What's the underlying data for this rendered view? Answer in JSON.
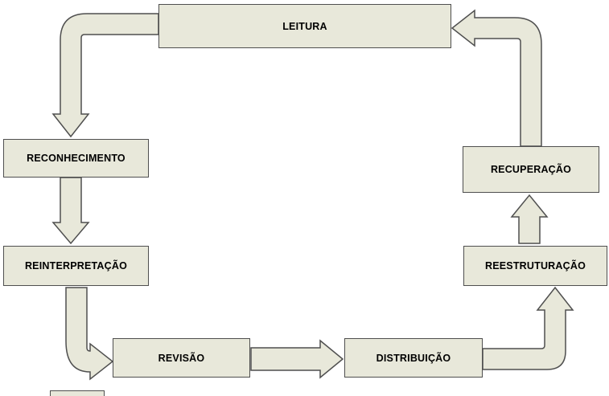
{
  "diagram": {
    "type": "cycle-flowchart",
    "colors": {
      "node_fill": "#e8e8da",
      "node_border": "#4f4f4f",
      "background": "#ffffff",
      "text": "#000000"
    },
    "nodes": [
      {
        "id": "leitura",
        "label": "LEITURA"
      },
      {
        "id": "reconhecimento",
        "label": "RECONHECIMENTO"
      },
      {
        "id": "reinterpretacao",
        "label": "REINTERPRETAÇÃO"
      },
      {
        "id": "revisao",
        "label": "REVISÃO"
      },
      {
        "id": "distribuicao",
        "label": "DISTRIBUIÇÃO"
      },
      {
        "id": "reestruturacao",
        "label": "REESTRUTURAÇÃO"
      },
      {
        "id": "recuperacao",
        "label": "RECUPERAÇÃO"
      }
    ],
    "edges": [
      {
        "from": "LEITURA",
        "to": "RECONHECIMENTO",
        "shape": "elbow-down-left"
      },
      {
        "from": "RECONHECIMENTO",
        "to": "REINTERPRETAÇÃO",
        "shape": "straight-down"
      },
      {
        "from": "REINTERPRETAÇÃO",
        "to": "REVISÃO",
        "shape": "elbow-down-right"
      },
      {
        "from": "REVISÃO",
        "to": "DISTRIBUIÇÃO",
        "shape": "straight-right"
      },
      {
        "from": "DISTRIBUIÇÃO",
        "to": "REESTRUTURAÇÃO",
        "shape": "elbow-right-up"
      },
      {
        "from": "REESTRUTURAÇÃO",
        "to": "RECUPERAÇÃO",
        "shape": "straight-up"
      },
      {
        "from": "RECUPERAÇÃO",
        "to": "LEITURA",
        "shape": "elbow-up-left"
      }
    ]
  }
}
